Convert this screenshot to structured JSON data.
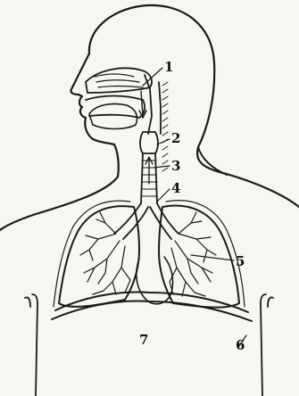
{
  "figure": {
    "labels": [
      "1",
      "2",
      "3",
      "4",
      "5",
      "7",
      "6"
    ]
  }
}
